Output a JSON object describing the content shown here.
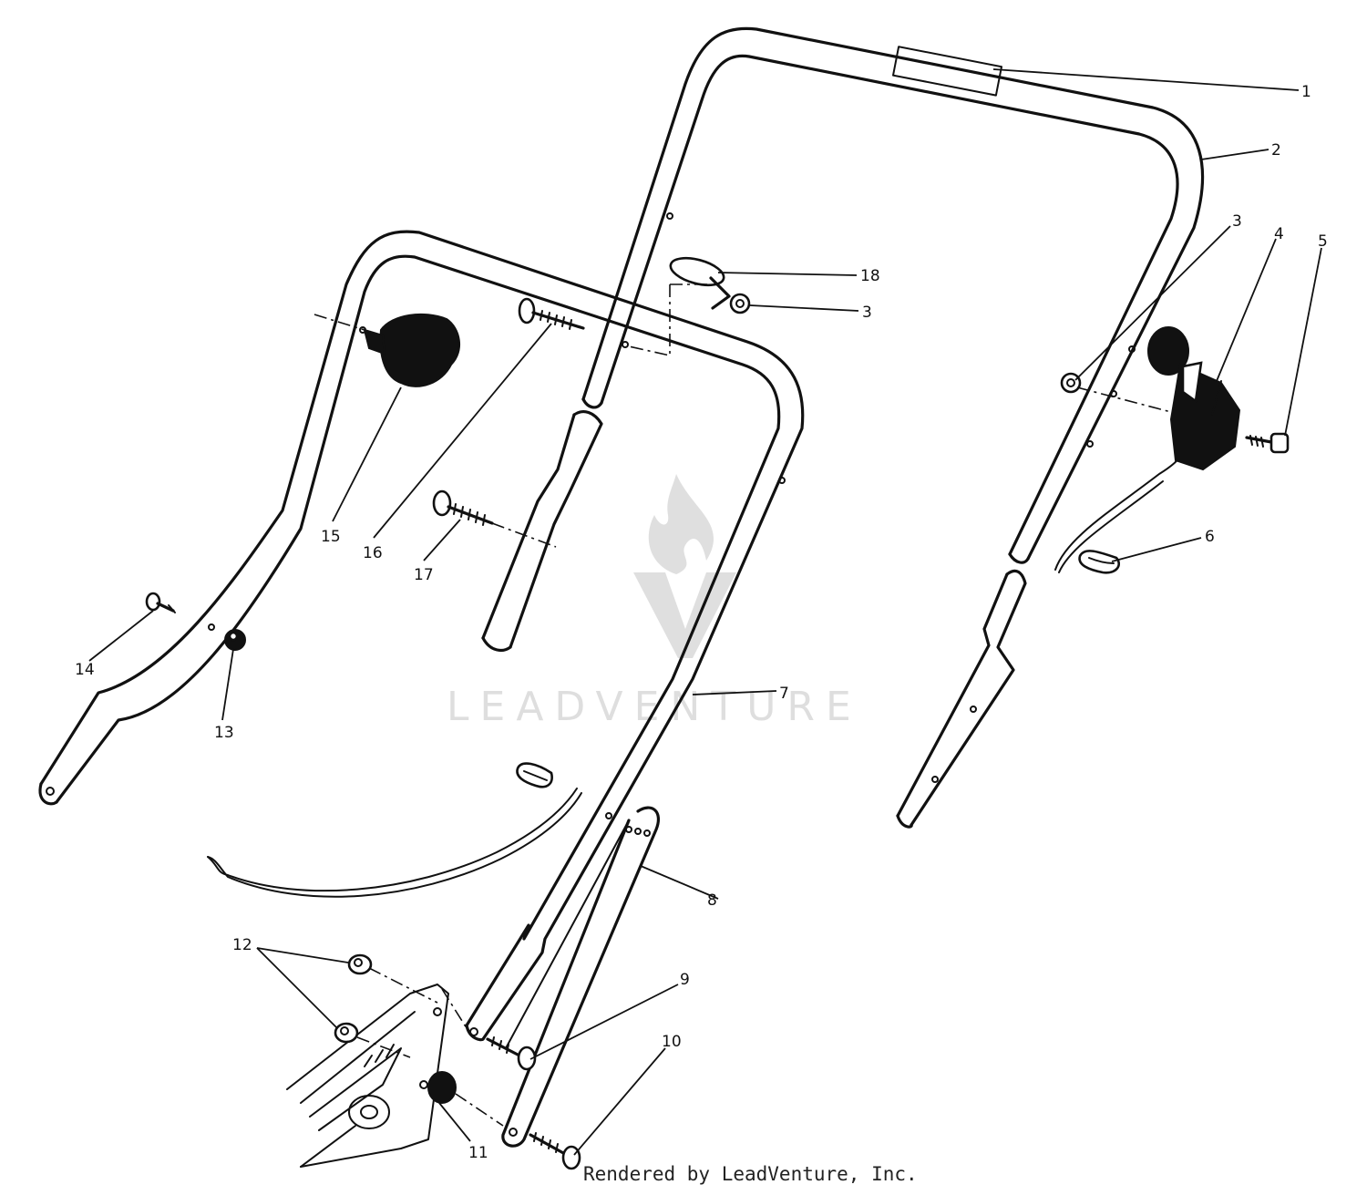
{
  "diagram": {
    "callouts": [
      {
        "id": "c1",
        "label": "1"
      },
      {
        "id": "c2",
        "label": "2"
      },
      {
        "id": "c3a",
        "label": "3"
      },
      {
        "id": "c4",
        "label": "4"
      },
      {
        "id": "c5",
        "label": "5"
      },
      {
        "id": "c18",
        "label": "18"
      },
      {
        "id": "c3b",
        "label": "3"
      },
      {
        "id": "c6",
        "label": "6"
      },
      {
        "id": "c7",
        "label": "7"
      },
      {
        "id": "c8",
        "label": "8"
      },
      {
        "id": "c9",
        "label": "9"
      },
      {
        "id": "c10",
        "label": "10"
      },
      {
        "id": "c11",
        "label": "11"
      },
      {
        "id": "c12",
        "label": "12"
      },
      {
        "id": "c13",
        "label": "13"
      },
      {
        "id": "c14",
        "label": "14"
      },
      {
        "id": "c15",
        "label": "15"
      },
      {
        "id": "c16",
        "label": "16"
      },
      {
        "id": "c17",
        "label": "17"
      }
    ]
  },
  "watermark": {
    "text": "LEADVENTURE"
  },
  "footer": {
    "credit": "Rendered by LeadVenture, Inc."
  }
}
